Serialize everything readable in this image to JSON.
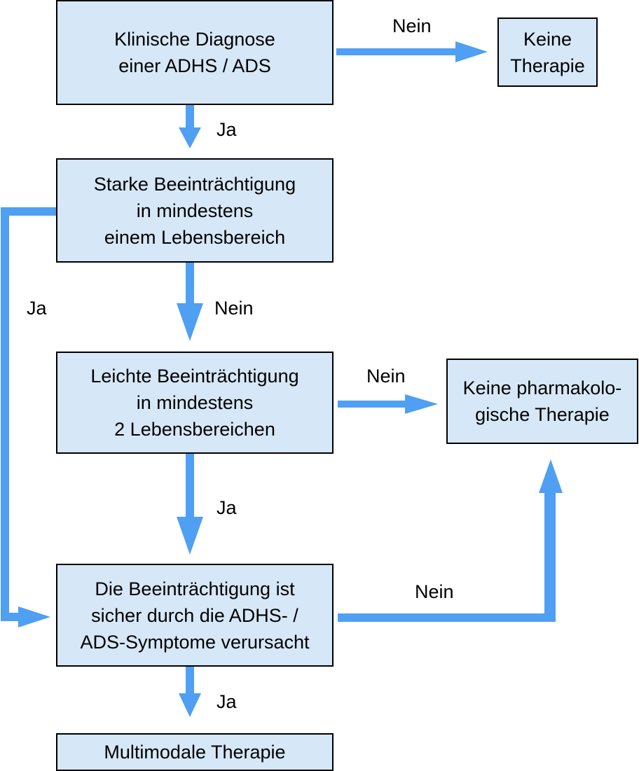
{
  "colors": {
    "box_fill": "#d6e7f7",
    "box_border": "#000000",
    "arrow": "#4f9ff2"
  },
  "nodes": {
    "diagnose": "Klinische Diagnose\neiner ADHS / ADS",
    "keine_therapie": "Keine\nTherapie",
    "starke": "Starke Beeinträchtigung\nin mindestens\neinem Lebensbereich",
    "leichte": "Leichte Beeinträchtigung\nin mindestens\n2 Lebensbereichen",
    "keine_pharma": "Keine pharmakolo-\ngische Therapie",
    "symptome": "Die Beeinträchtigung ist\nsicher durch die ADHS- /\nADS-Symptome verursacht",
    "multimodal": "Multimodale Therapie"
  },
  "edges": {
    "diagnose_nein": "Nein",
    "diagnose_ja": "Ja",
    "starke_ja": "Ja",
    "starke_nein": "Nein",
    "leichte_nein": "Nein",
    "leichte_ja": "Ja",
    "symptome_nein": "Nein",
    "symptome_ja": "Ja"
  }
}
